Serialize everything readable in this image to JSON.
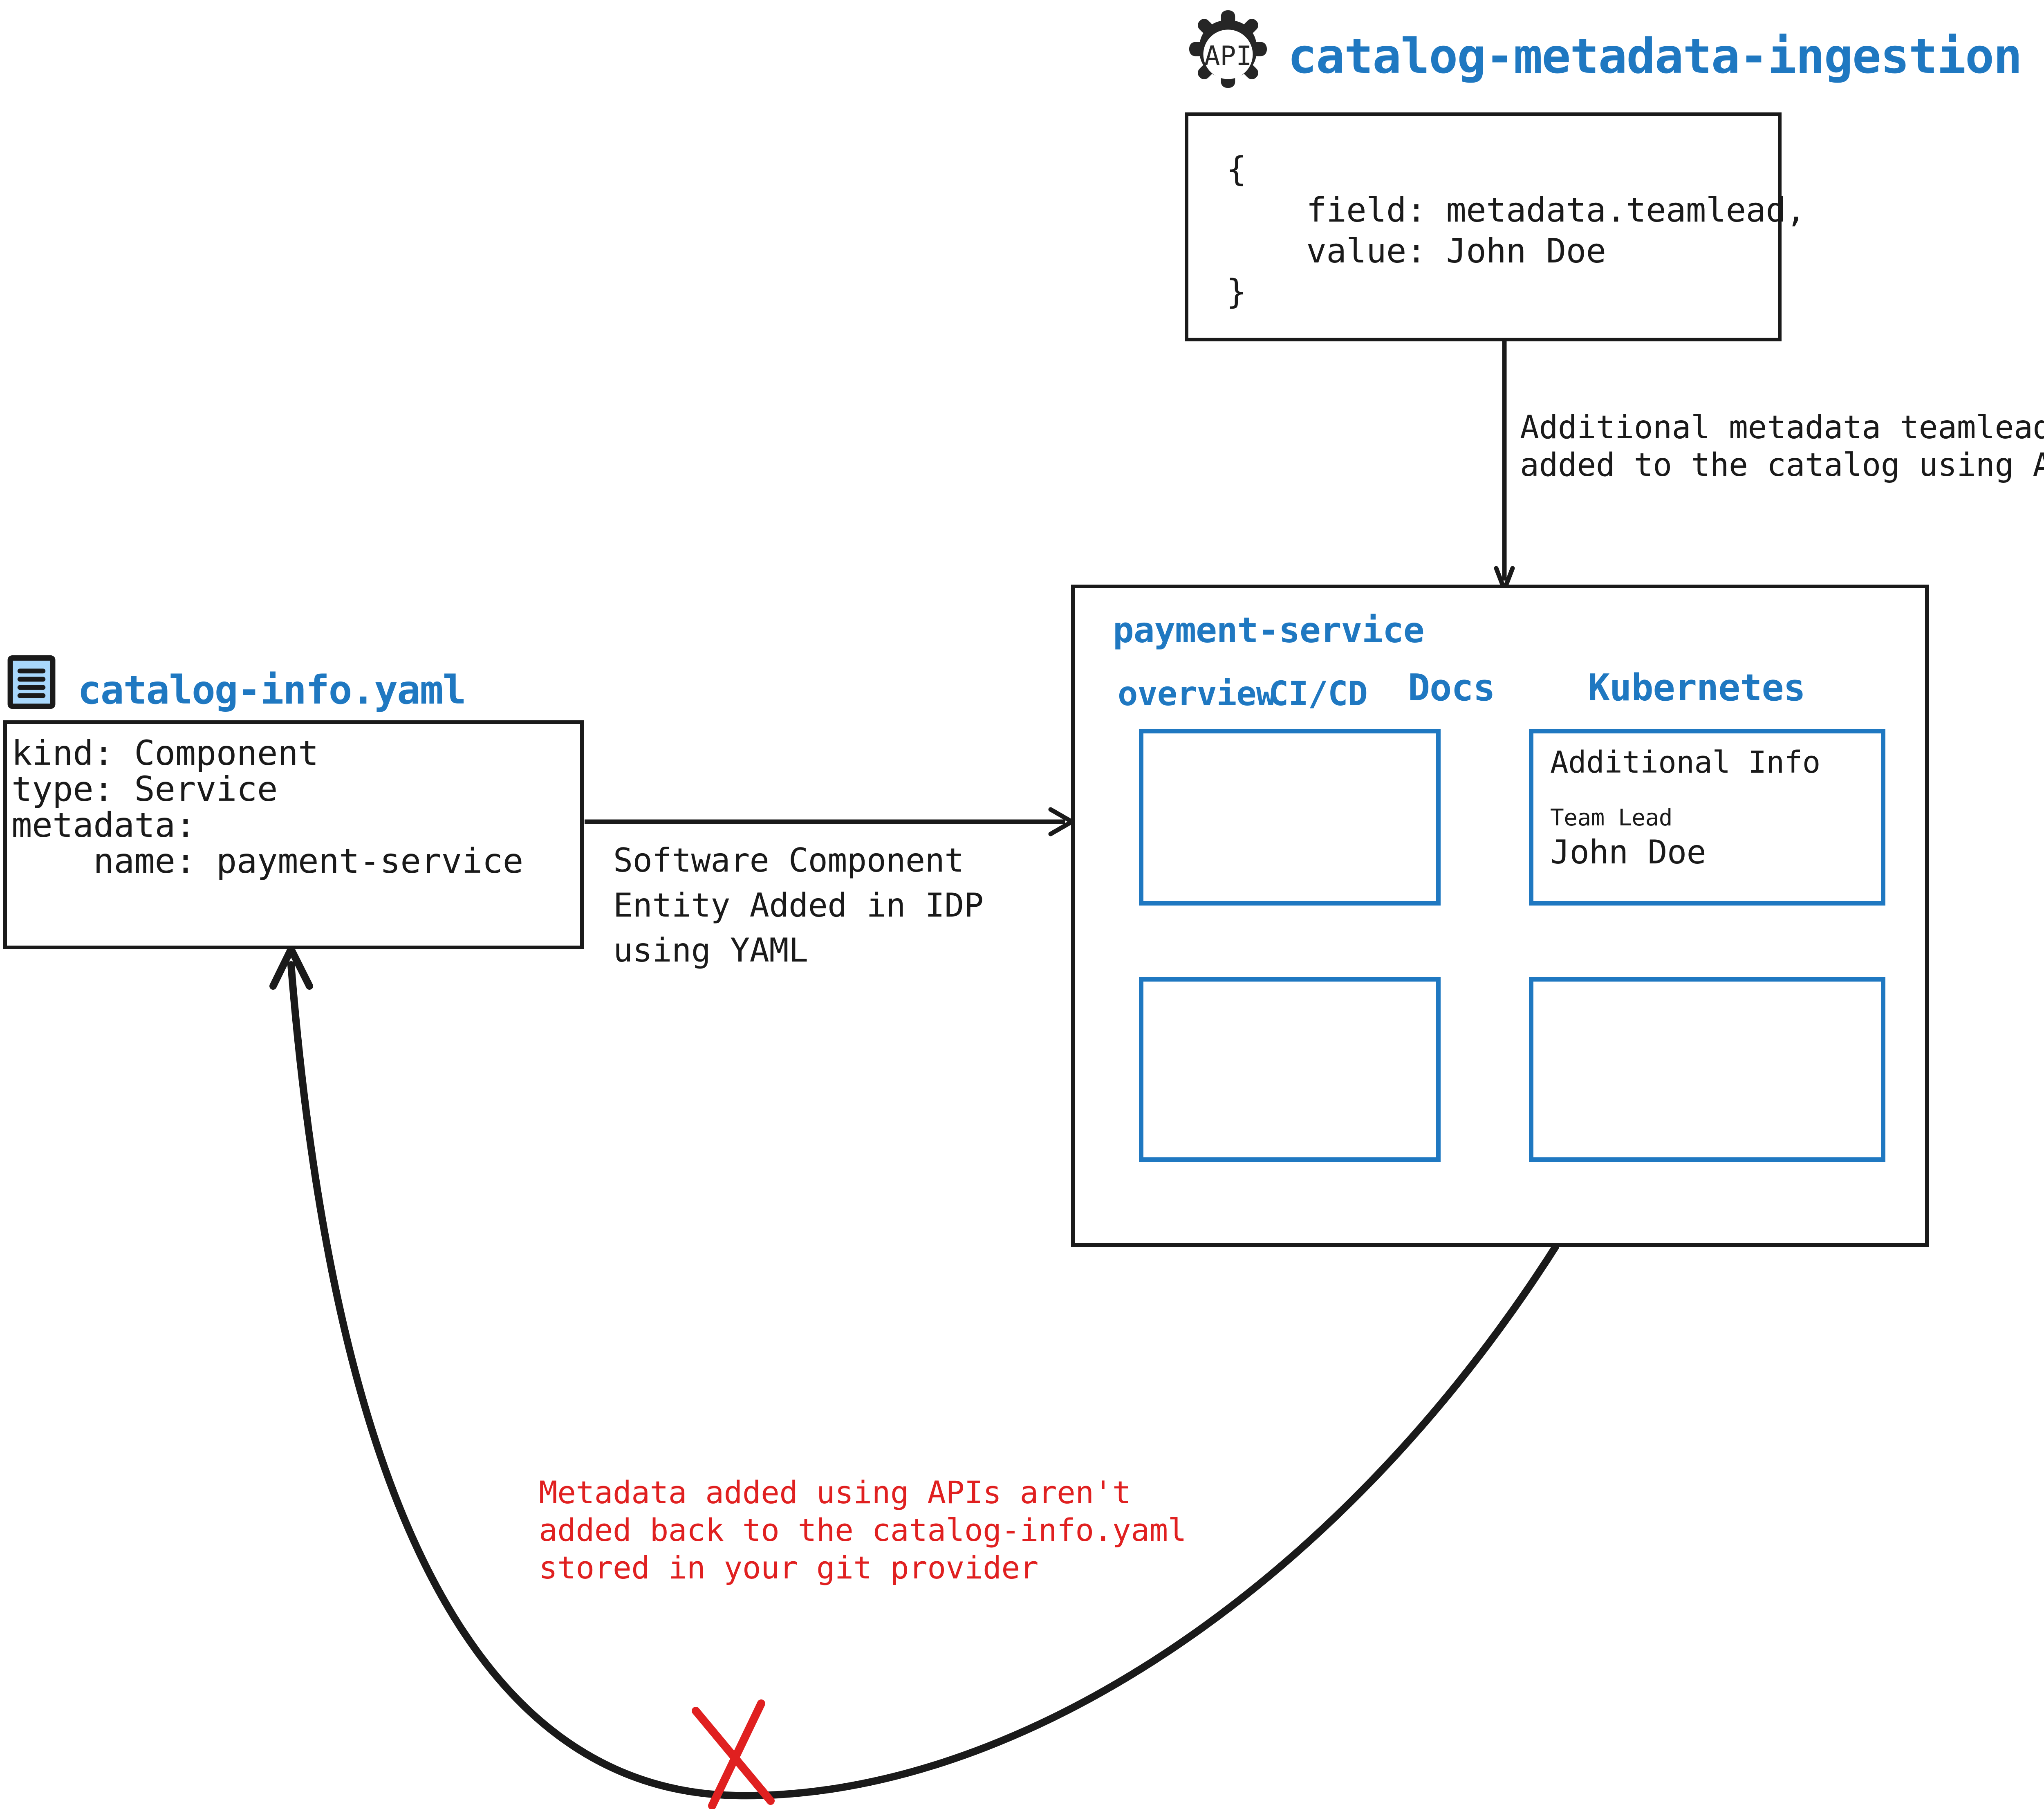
{
  "api_source": {
    "icon_label": "API",
    "title": "catalog-metadata-ingestion",
    "payload_lines": "{\n    field: metadata.teamlead,\n    value: John Doe\n}"
  },
  "arrows": {
    "api_to_panel_label": "Additional metadata teamlead\nadded to the catalog using APIs",
    "yaml_to_panel_label": "Software Component\nEntity Added in IDP\nusing YAML",
    "feedback_warning": "Metadata added using APIs aren't\nadded back to the catalog-info.yaml\nstored in your git provider"
  },
  "yaml_source": {
    "icon_name": "yaml-file-icon",
    "title": "catalog-info.yaml",
    "content_lines": "kind: Component\ntype: Service\nmetadata:\n    name: payment-service"
  },
  "panel": {
    "title": "payment-service",
    "tabs": [
      {
        "label": "overview"
      },
      {
        "label": "CI/CD"
      },
      {
        "label": "Docs"
      },
      {
        "label": "Kubernetes"
      }
    ],
    "widgets": {
      "overview_placeholder": "",
      "bottom_left_placeholder": "",
      "bottom_right_placeholder": "",
      "additional_info": {
        "heading": "Additional Info",
        "field_label": "Team Lead",
        "field_value": "John Doe"
      }
    }
  },
  "colors": {
    "accent_blue": "#1f78c1",
    "warning_red": "#e02020",
    "ink_black": "#1a1a1a",
    "icon_fill_blue": "#a8d7fb"
  }
}
